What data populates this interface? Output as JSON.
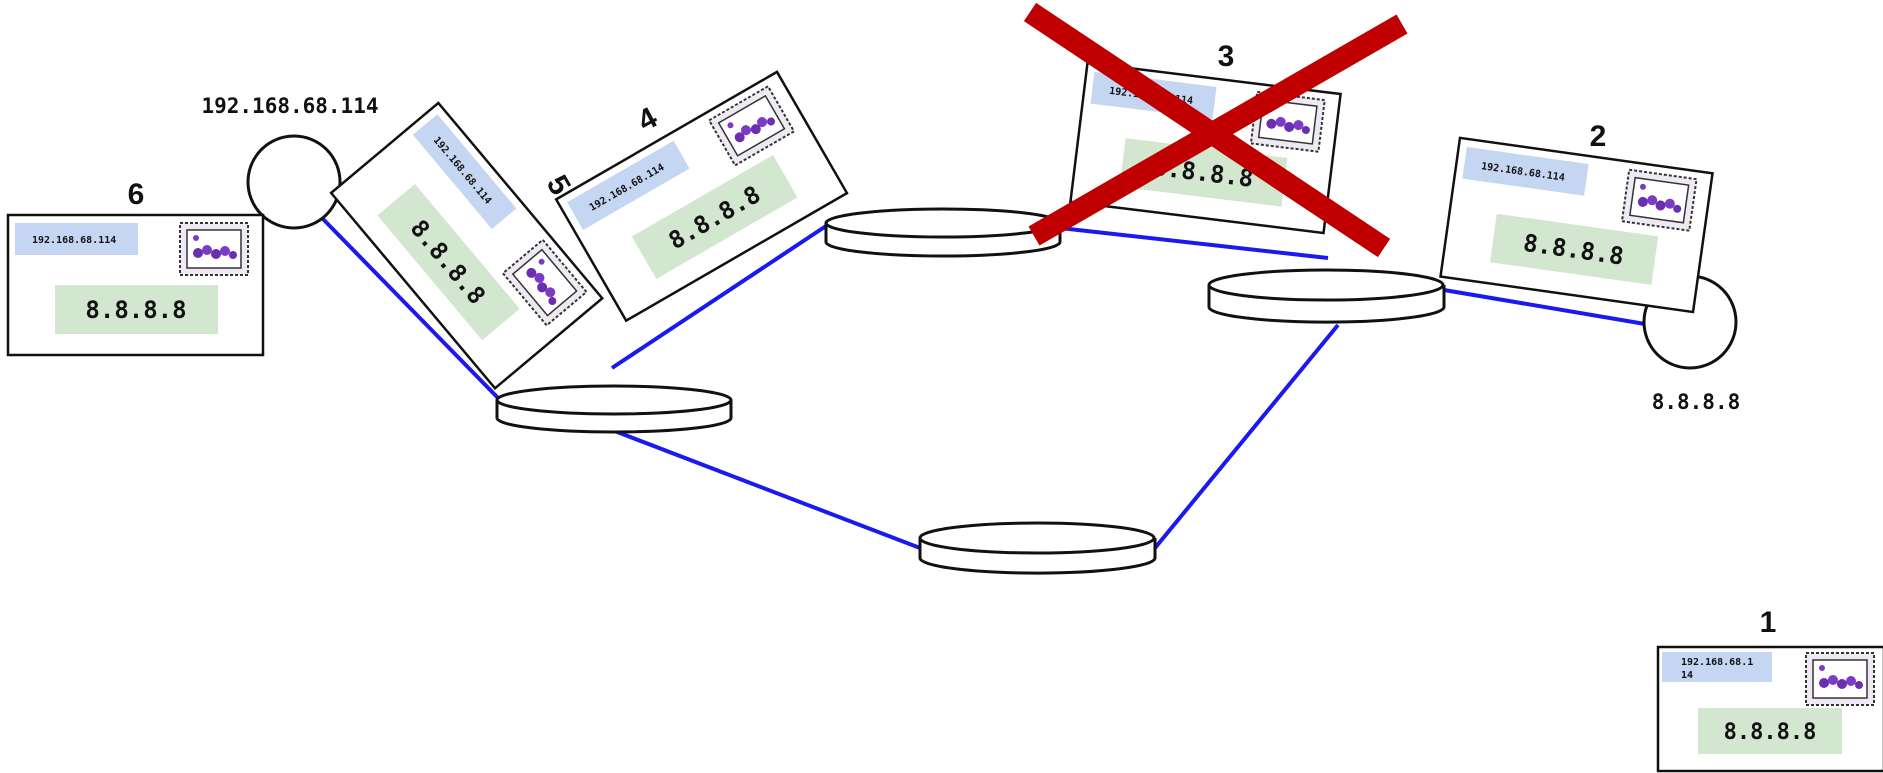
{
  "labels": {
    "source_ip": "192.168.68.114",
    "destination_ip": "8.8.8.8"
  },
  "packets": [
    {
      "step": "6",
      "from_text": "192.168.68.114",
      "to_text": "8.8.8.8"
    },
    {
      "step": "5",
      "from_text": "192.168.68.114",
      "to_text": "8.8.8.8"
    },
    {
      "step": "4",
      "from_text": "192.168.68.114",
      "to_text": "8.8.8.8"
    },
    {
      "step": "3",
      "from_text": "192.168.68.114",
      "to_text": "8.8.8.8"
    },
    {
      "step": "2",
      "from_text": "192.168.68.114",
      "to_text": "8.8.8.8"
    },
    {
      "step": "1",
      "from_text_line1": "192.168.68.1",
      "from_text_line2": "14",
      "to_text": "8.8.8.8"
    }
  ],
  "colors": {
    "link": "#1a1aee",
    "cross": "#c00000",
    "from_box": "#c5d6f3",
    "to_box": "#d3e6cf",
    "stamp": "#6a2fb0",
    "outline": "#111111"
  }
}
